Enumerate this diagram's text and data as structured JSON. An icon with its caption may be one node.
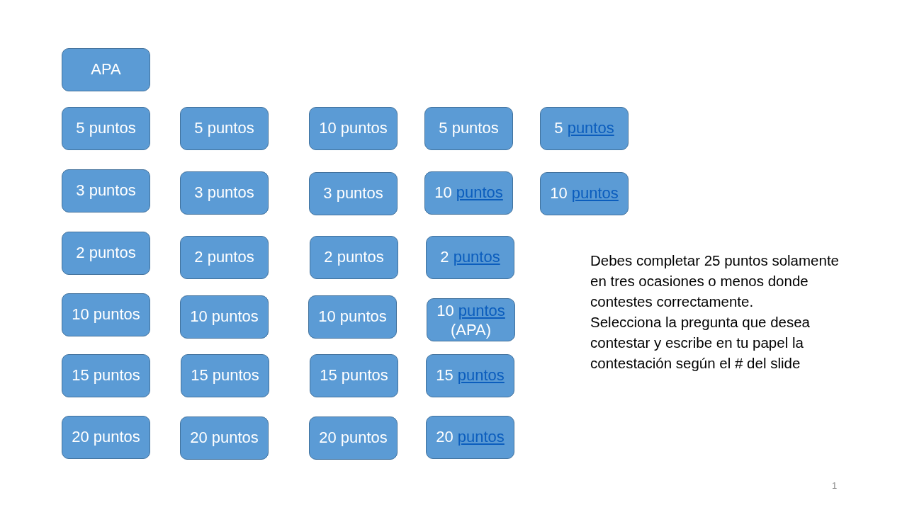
{
  "diagram": {
    "nodes": [
      {
        "text": [
          "APA"
        ]
      },
      {
        "text": [
          "5 puntos"
        ]
      },
      {
        "text": [
          "5 puntos"
        ]
      },
      {
        "text": [
          "10 puntos"
        ]
      },
      {
        "text": [
          "5 puntos"
        ]
      },
      {
        "text": [
          "5 puntos"
        ]
      },
      {
        "text": [
          "3 puntos"
        ]
      },
      {
        "text": [
          "3 puntos"
        ]
      },
      {
        "text": [
          "3 puntos"
        ]
      },
      {
        "text": [
          "10 puntos"
        ]
      },
      {
        "text": [
          "10 puntos"
        ]
      },
      {
        "text": [
          "2 puntos"
        ]
      },
      {
        "text": [
          "2 puntos"
        ]
      },
      {
        "text": [
          "2 puntos"
        ]
      },
      {
        "text": [
          "2 puntos"
        ]
      },
      {
        "text": [
          "10 puntos"
        ]
      },
      {
        "text": [
          "10 puntos"
        ]
      },
      {
        "text": [
          "10 puntos"
        ]
      },
      {
        "text": [
          "10 puntos",
          "(APA)"
        ]
      },
      {
        "text": [
          "15 puntos"
        ]
      },
      {
        "text": [
          "15 puntos"
        ]
      },
      {
        "text": [
          "15 puntos"
        ]
      },
      {
        "text": [
          "15 puntos"
        ]
      },
      {
        "text": [
          "20 puntos"
        ]
      },
      {
        "text": [
          "20 puntos"
        ]
      },
      {
        "text": [
          "20 puntos"
        ]
      },
      {
        "text": [
          "20 puntos"
        ]
      }
    ],
    "labels": [
      "Debes completar 25 puntos solamente en tres ocasiones o menos donde contestes correctamente.",
      "Selecciona la pregunta que desea contestar y escribe en tu papel la contestación según el # del slide",
      "1"
    ]
  }
}
